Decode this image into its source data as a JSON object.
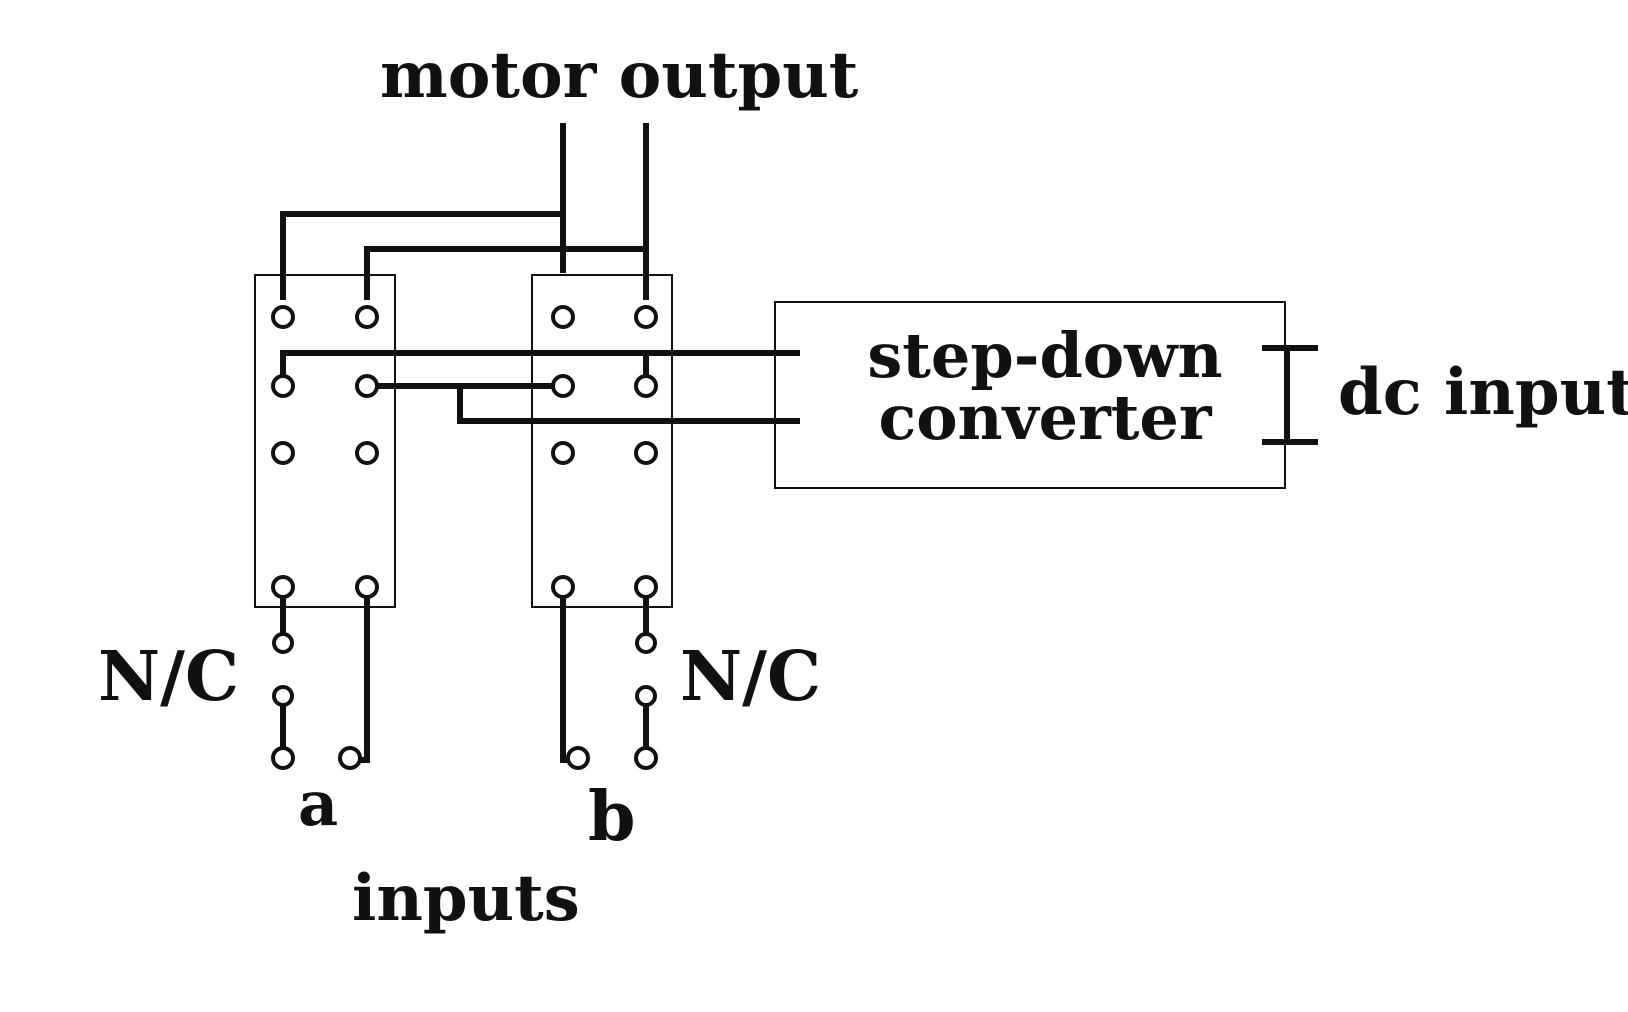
{
  "labels": {
    "motor_output": "motor output",
    "converter_line1": "step-down",
    "converter_line2": "converter",
    "dc_input": "dc input",
    "nc_left": "N/C",
    "nc_right": "N/C",
    "input_a": "a",
    "input_b": "b",
    "inputs": "inputs"
  },
  "colors": {
    "ink": "#111111",
    "background": "#ffffff"
  }
}
